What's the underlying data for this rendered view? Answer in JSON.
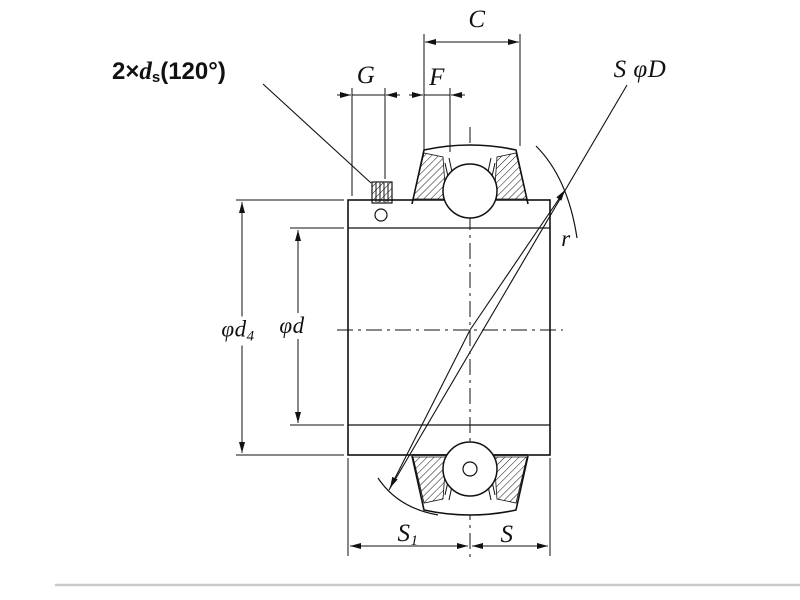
{
  "labels": {
    "c": "C",
    "g": "G",
    "f": "F",
    "s_phi_d": "S φD",
    "r": "r",
    "phi_d4": {
      "main": "φd",
      "sub": "4"
    },
    "phi_d": "φd",
    "s1": {
      "main": "S",
      "sub": "1"
    },
    "s": "S",
    "screw": {
      "prefix": "2×",
      "d": "d",
      "sub": "s",
      "suffix": "(120°)"
    }
  },
  "colors": {
    "ink": "#111111",
    "background": "#ffffff",
    "baseline_rule": "#c9c9c9"
  }
}
